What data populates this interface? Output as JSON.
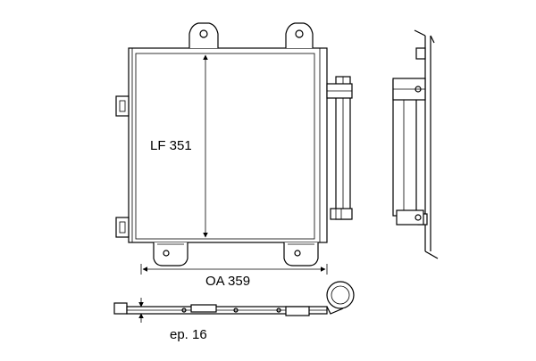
{
  "labels": {
    "height": "LF 351",
    "width": "OA 359",
    "thickness": "ep. 16"
  },
  "colors": {
    "line": "#000000",
    "background": "#ffffff"
  }
}
